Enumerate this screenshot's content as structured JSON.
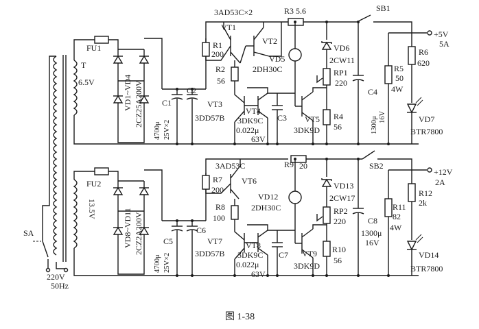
{
  "caption": "图 1-38",
  "labels": {
    "t": "T",
    "fu1": "FU1",
    "fu2": "FU2",
    "sec1": "6.5V",
    "sec2": "13.5V",
    "sa": "SA",
    "mains_v": "220V",
    "mains_f": "50Hz",
    "bridge1_a": "VD1~VD4",
    "bridge1_b": "2CZ25A200V",
    "bridge2_a": "VD8~VD11",
    "bridge2_b": "2CZ2A200V",
    "c1": "C1",
    "c2": "C2",
    "c12_val": "4700μ",
    "c12_val2": "25V×2",
    "c5": "C5",
    "c6": "C6",
    "c56_val": "4700μ",
    "c56_val2": "25V×2",
    "vt12": "3AD53C×2",
    "vt1": "VT1",
    "vt2": "VT2",
    "r3": "R3 5.6",
    "sb1": "SB1",
    "r1": "R1",
    "r1_val": "200",
    "vd5": "VD5",
    "vd5_type": "2DH30C",
    "r2": "R2",
    "r2_val": "56",
    "vt3": "VT3",
    "vt3_type": "3DD57B",
    "vt4": "VT4",
    "vt4_type": "3DK9C",
    "c3": "C3",
    "c3_val": "0.022μ",
    "c3_val2": "63V",
    "vt5": "VT5",
    "vt5_type": "3DK9D",
    "vd6": "VD6",
    "vd6_type": "2CW11",
    "rp1": "RP1",
    "rp1_val": "220",
    "r4": "R4",
    "r4_val": "56",
    "c4": "C4",
    "c4_val": "1300μ",
    "c4_val2": "16V",
    "r5": "R5",
    "r5_val": "50",
    "r5_val2": "4W",
    "r6": "R6",
    "r6_val": "620",
    "vd7": "VD7",
    "vd7_type": "BTR7800",
    "out1_v": "+5V",
    "out1_a": "5A",
    "vt6_type": "3AD53C",
    "vt6": "VT6",
    "r9": "R9",
    "r9_val": "20",
    "sb2": "SB2",
    "r7": "R7",
    "r7_val": "200",
    "vd12": "VD12",
    "vd12_type": "2DH30C",
    "r8": "R8",
    "r8_val": "100",
    "vt7": "VT7",
    "vt7_type": "3DD57B",
    "vt8": "VT8",
    "vt8_type": "3DK9C",
    "c7": "C7",
    "c7_val": "0.022μ",
    "c7_val2": "63V",
    "vt9": "VT9",
    "vt9_type": "3DK9D",
    "vd13": "VD13",
    "vd13_type": "2CW17",
    "rp2": "RP2",
    "rp2_val": "220",
    "r10": "R10",
    "r10_val": "56",
    "c8": "C8",
    "c8_val": "1300μ",
    "c8_val2": "16V",
    "r11": "R11",
    "r11_val": "82",
    "r11_val2": "4W",
    "r12": "R12",
    "r12_val": "2k",
    "vd14": "VD14",
    "vd14_type": "BTR7800",
    "out2_v": "+12V",
    "out2_a": "2A"
  }
}
